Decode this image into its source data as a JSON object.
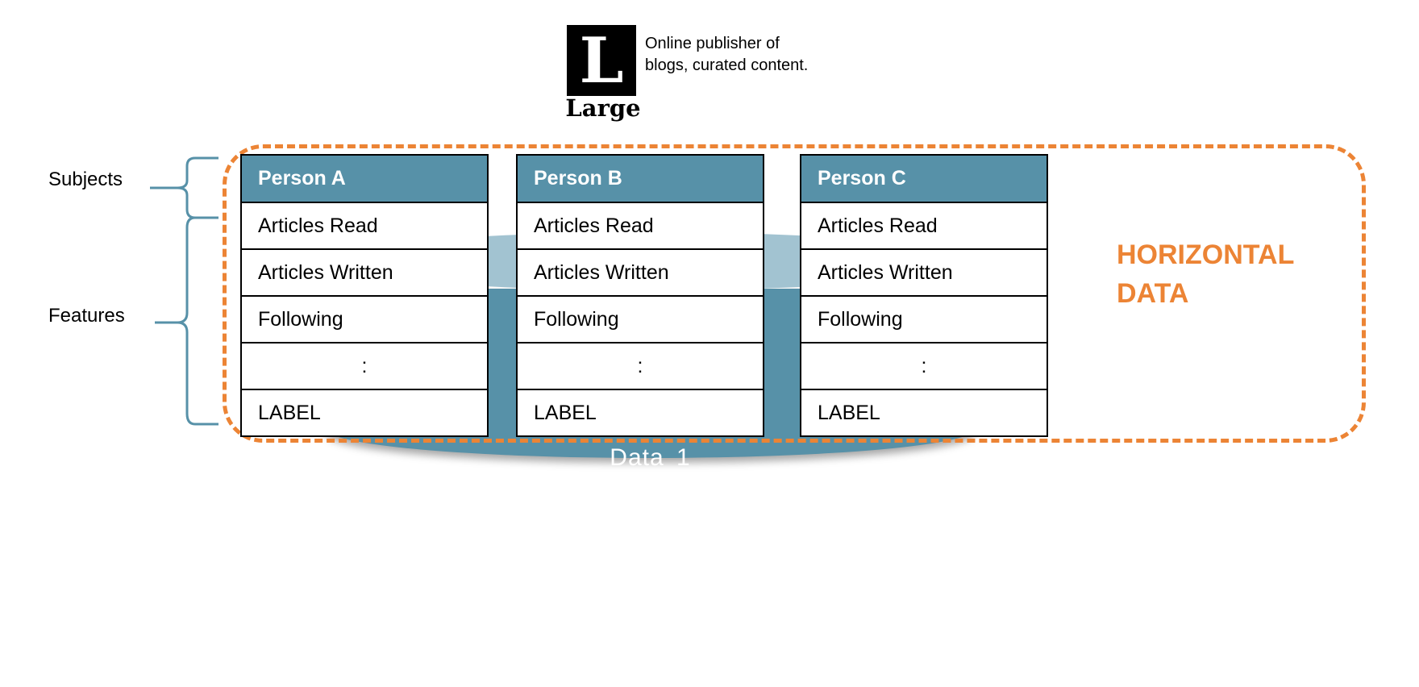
{
  "logo": {
    "letter": "L",
    "word": "Large"
  },
  "tagline": {
    "line1": "Online publisher of",
    "line2": "blogs, curated content."
  },
  "side_labels": {
    "subjects": "Subjects",
    "features": "Features"
  },
  "region_label": {
    "line1": "HORIZONTAL",
    "line2": "DATA"
  },
  "cylinder_label": "Data  1",
  "persons": [
    {
      "name": "Person A",
      "rows": [
        "Articles Read",
        "Articles Written",
        "Following",
        ":",
        "LABEL"
      ]
    },
    {
      "name": "Person B",
      "rows": [
        "Articles Read",
        "Articles Written",
        "Following",
        ":",
        "LABEL"
      ]
    },
    {
      "name": "Person C",
      "rows": [
        "Articles Read",
        "Articles Written",
        "Following",
        ":",
        "LABEL"
      ]
    }
  ],
  "colors": {
    "header": "#5791a8",
    "cylinder": "#5791a8",
    "cylinder_top": "#a2c3d1",
    "dashed": "#ec8435",
    "brace": "#5791a8"
  }
}
